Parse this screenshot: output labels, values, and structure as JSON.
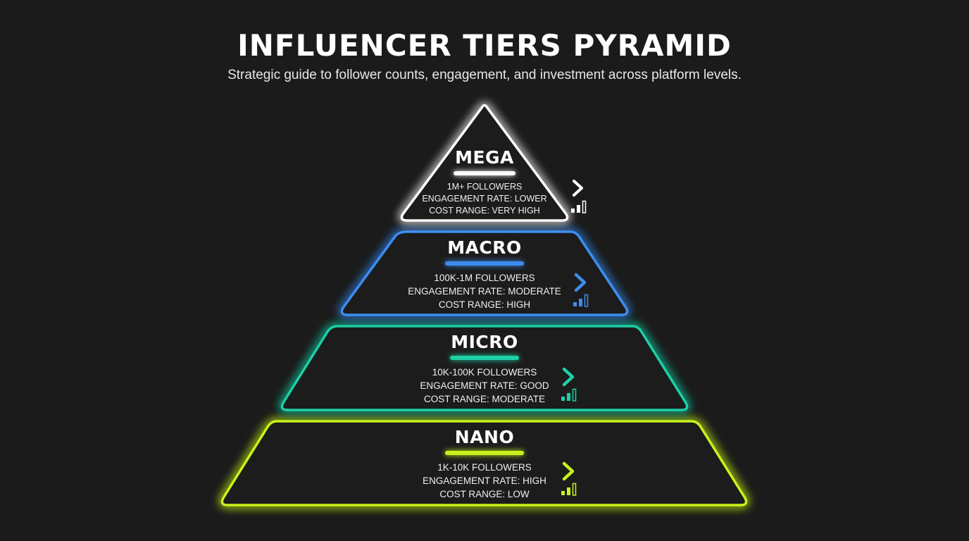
{
  "header": {
    "title": "INFLUENCER TIERS PYRAMID",
    "subtitle": "Strategic guide to follower counts, engagement, and investment across platform levels."
  },
  "colors": {
    "background": "#1b1b1b",
    "mega": "#ffffff",
    "macro": "#3d8df0",
    "micro": "#1fcfa6",
    "nano": "#c8f21e"
  },
  "tiers": [
    {
      "name": "MEGA",
      "followers": "1M+ FOLLOWERS",
      "engagement": "ENGAGEMENT RATE: LOWER",
      "cost": "COST RANGE: VERY HIGH",
      "icons": [
        "chevron-right-icon",
        "signal-bars-icon"
      ]
    },
    {
      "name": "MACRO",
      "followers": "100K-1M FOLLOWERS",
      "engagement": "ENGAGEMENT RATE: MODERATE",
      "cost": "COST RANGE: HIGH",
      "icons": [
        "chevron-right-icon",
        "signal-bars-icon"
      ]
    },
    {
      "name": "MICRO",
      "followers": "10K-100K FOLLOWERS",
      "engagement": "ENGAGEMENT RATE: GOOD",
      "cost": "COST RANGE: MODERATE",
      "icons": [
        "chevron-right-icon",
        "signal-bars-icon"
      ]
    },
    {
      "name": "NANO",
      "followers": "1K-10K FOLLOWERS",
      "engagement": "ENGAGEMENT RATE: HIGH",
      "cost": "COST RANGE: LOW",
      "icons": [
        "chevron-right-icon",
        "signal-bars-icon"
      ]
    }
  ]
}
